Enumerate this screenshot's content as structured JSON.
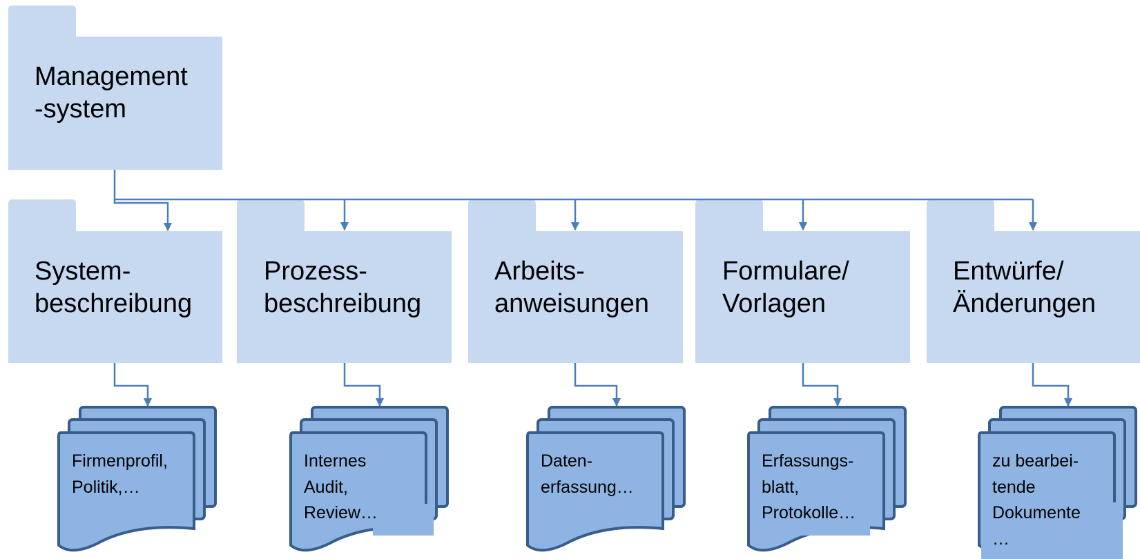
{
  "colors": {
    "folder_fill": "#c6d9f1",
    "connector": "#4a7ebb",
    "document_fill": "#8eb4e3",
    "document_stroke": "#385d8a"
  },
  "root": {
    "label_lines": [
      "Management",
      "-system"
    ],
    "icon": "folder-icon"
  },
  "categories": [
    {
      "label_lines": [
        "System-",
        "beschreibung"
      ],
      "document_lines": [
        "Firmenprofil,",
        "Politik,…"
      ]
    },
    {
      "label_lines": [
        "Prozess-",
        "beschreibung"
      ],
      "document_lines": [
        "Internes",
        "Audit,",
        "Review…"
      ]
    },
    {
      "label_lines": [
        "Arbeits-",
        "anweisungen"
      ],
      "document_lines": [
        "Daten-",
        "erfassung…"
      ]
    },
    {
      "label_lines": [
        "Formulare/",
        "Vorlagen"
      ],
      "document_lines": [
        "Erfassungs-",
        "blatt,",
        "Protokolle…"
      ]
    },
    {
      "label_lines": [
        "Entwürfe/",
        "Änderungen"
      ],
      "document_lines": [
        "zu bearbei-",
        "tende",
        "Dokumente",
        "…"
      ]
    }
  ]
}
